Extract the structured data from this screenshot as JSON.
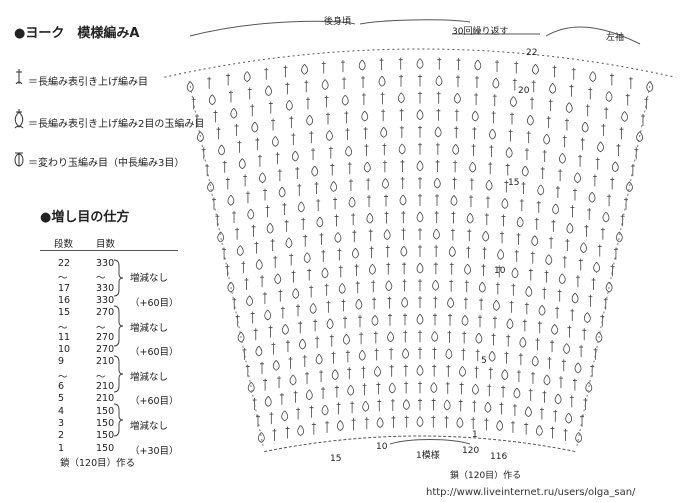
{
  "title": "●ヨーク　模様編みA",
  "legend": [
    {
      "symbol": "front-post-dc-icon",
      "text": "＝長編み表引き上げ編み目"
    },
    {
      "symbol": "fp-dc-2-bobble-icon",
      "text": "＝長編み表引き上げ編み2目の玉編み目"
    },
    {
      "symbol": "modified-puff-icon",
      "text": "＝変わり玉編み目（中長編み3目）"
    }
  ],
  "increase": {
    "title": "●増し目の仕方",
    "header_rows": "段数",
    "header_sts": "目数",
    "rows": [
      {
        "row": "22",
        "sts": "330",
        "note": ""
      },
      {
        "row": "～",
        "sts": "～",
        "note": "増減なし"
      },
      {
        "row": "17",
        "sts": "330",
        "note": ""
      },
      {
        "row": "16",
        "sts": "330",
        "note": "（+60目）"
      },
      {
        "row": "15",
        "sts": "270",
        "note": ""
      },
      {
        "row": "～",
        "sts": "～",
        "note": "増減なし"
      },
      {
        "row": "11",
        "sts": "270",
        "note": ""
      },
      {
        "row": "10",
        "sts": "270",
        "note": "（+60目）"
      },
      {
        "row": "9",
        "sts": "210",
        "note": ""
      },
      {
        "row": "～",
        "sts": "～",
        "note": "増減なし"
      },
      {
        "row": "6",
        "sts": "210",
        "note": ""
      },
      {
        "row": "5",
        "sts": "210",
        "note": "（+60目）"
      },
      {
        "row": "4",
        "sts": "150",
        "note": ""
      },
      {
        "row": "3",
        "sts": "150",
        "note": "増減なし"
      },
      {
        "row": "2",
        "sts": "150",
        "note": ""
      },
      {
        "row": "1",
        "sts": "150",
        "note": "（+30目）"
      }
    ],
    "footer": "鎖（120目）作る"
  },
  "chart": {
    "top_center": "後身頃",
    "repeat": "30回繰り返す",
    "left_sleeve": "左袖",
    "row_22": "22",
    "row_20": "20",
    "row_15": "15",
    "row_10": "10",
    "row_5": "5",
    "row_1": "1",
    "bottom_15": "15",
    "bottom_10": "10",
    "bottom_one_pattern": "1模様",
    "bottom_chain": "鎖（120目）作る",
    "bottom_116": "116",
    "bottom_120": "120"
  },
  "watermark": "http://www.liveinternet.ru/users/olga_san/"
}
